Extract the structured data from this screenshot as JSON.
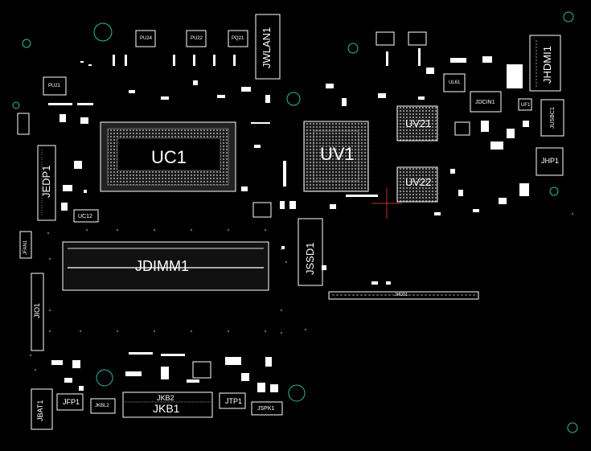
{
  "board": {
    "background": "#000000",
    "trace_color": "#ffffff",
    "via_color": "#2fb8a0",
    "marker_color": "#c03030"
  },
  "labels": {
    "uc1": "UC1",
    "uv1": "UV1",
    "uv21": "UV21",
    "uv22": "UV22",
    "jdimm1": "JDIMM1",
    "jssd1": "JSSD1",
    "jwlan1": "JWLAN1",
    "jhdmi1": "JHDMI1",
    "jedp1": "JEDP1",
    "jio1": "JIO1",
    "jbat1": "JBAT1",
    "jkb1": "JKB1",
    "jkb2": "JKB2",
    "jfp1": "JFP1",
    "jtp1": "JTP1",
    "jspk1": "JSPK1",
    "jhp1": "JHP1",
    "jdcin1": "JDCIN1",
    "jusbc1": "JUSBC1",
    "jfan1": "JFAN1",
    "uc12": "UC12",
    "pu21": "PU21",
    "pu24": "PU24",
    "pu22": "PU22",
    "pq21": "PQ21",
    "ul61": "UL61",
    "uf1": "UF1",
    "jkbl2": "JKBL2",
    "jhdd1": "JHDD1"
  }
}
